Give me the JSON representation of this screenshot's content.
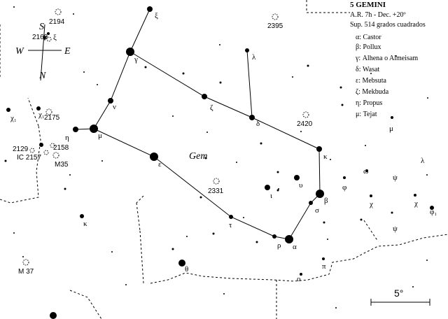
{
  "legend": {
    "title": "5  GEMINI",
    "lines": [
      "A.R.  7h - Dec. +20º",
      "Sup.  514 grados cuadrados",
      "α: Castor",
      "β: Pollux",
      "γ: Alhena o Almeisam",
      "δ: Wasat",
      "ε: Mebsuta",
      "ζ: Mekbuda",
      "η: Propus",
      "μ: Tejat"
    ]
  },
  "constellation_label": "Gem",
  "compass": {
    "north": "N",
    "south": "S",
    "east": "E",
    "west": "W"
  },
  "scale": {
    "label": "5°"
  },
  "stars": [
    {
      "label": "ξ"
    },
    {
      "label": "γ"
    },
    {
      "label": "ν"
    },
    {
      "label": "μ"
    },
    {
      "label": "η"
    },
    {
      "label": "ε"
    },
    {
      "label": "ζ"
    },
    {
      "label": "λ"
    },
    {
      "label": "δ"
    },
    {
      "label": "κ"
    },
    {
      "label": "β"
    },
    {
      "label": "σ"
    },
    {
      "label": "α"
    },
    {
      "label": "ρ"
    },
    {
      "label": "τ"
    },
    {
      "label": "ι"
    },
    {
      "label": "υ"
    },
    {
      "label": "θ"
    },
    {
      "label": "π"
    },
    {
      "label": "ο"
    },
    {
      "label": "ξ"
    },
    {
      "label": "χ₁"
    },
    {
      "label": "χ₁"
    },
    {
      "label": "κ"
    },
    {
      "label": "μ"
    },
    {
      "label": "λ"
    },
    {
      "label": "ω"
    },
    {
      "label": "ψ"
    },
    {
      "label": "φ"
    },
    {
      "label": "χ"
    },
    {
      "label": "χ"
    },
    {
      "label": "φ₁"
    },
    {
      "label": "ψ"
    }
  ],
  "deep_sky": [
    {
      "label": "2194"
    },
    {
      "label": "2169"
    },
    {
      "label": "2175"
    },
    {
      "label": "2129"
    },
    {
      "label": "2158"
    },
    {
      "label": "IC 2157"
    },
    {
      "label": "M35"
    },
    {
      "label": "2395"
    },
    {
      "label": "2420"
    },
    {
      "label": "2331"
    },
    {
      "label": "M 37"
    }
  ]
}
